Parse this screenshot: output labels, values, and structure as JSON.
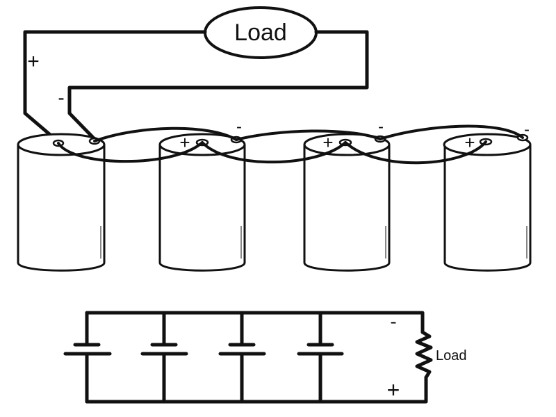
{
  "top_diagram": {
    "load_label": "Load",
    "main_plus": "+",
    "main_minus": "-",
    "batteries": [
      {
        "plus": "",
        "minus": ""
      },
      {
        "plus": "+",
        "minus": "-"
      },
      {
        "plus": "+",
        "minus": "-"
      },
      {
        "plus": "+",
        "minus": "-"
      }
    ]
  },
  "schematic": {
    "load_label": "Load",
    "minus": "-",
    "plus": "+",
    "cell_count": 4
  },
  "colors": {
    "line": "#111111",
    "background": "#ffffff"
  }
}
